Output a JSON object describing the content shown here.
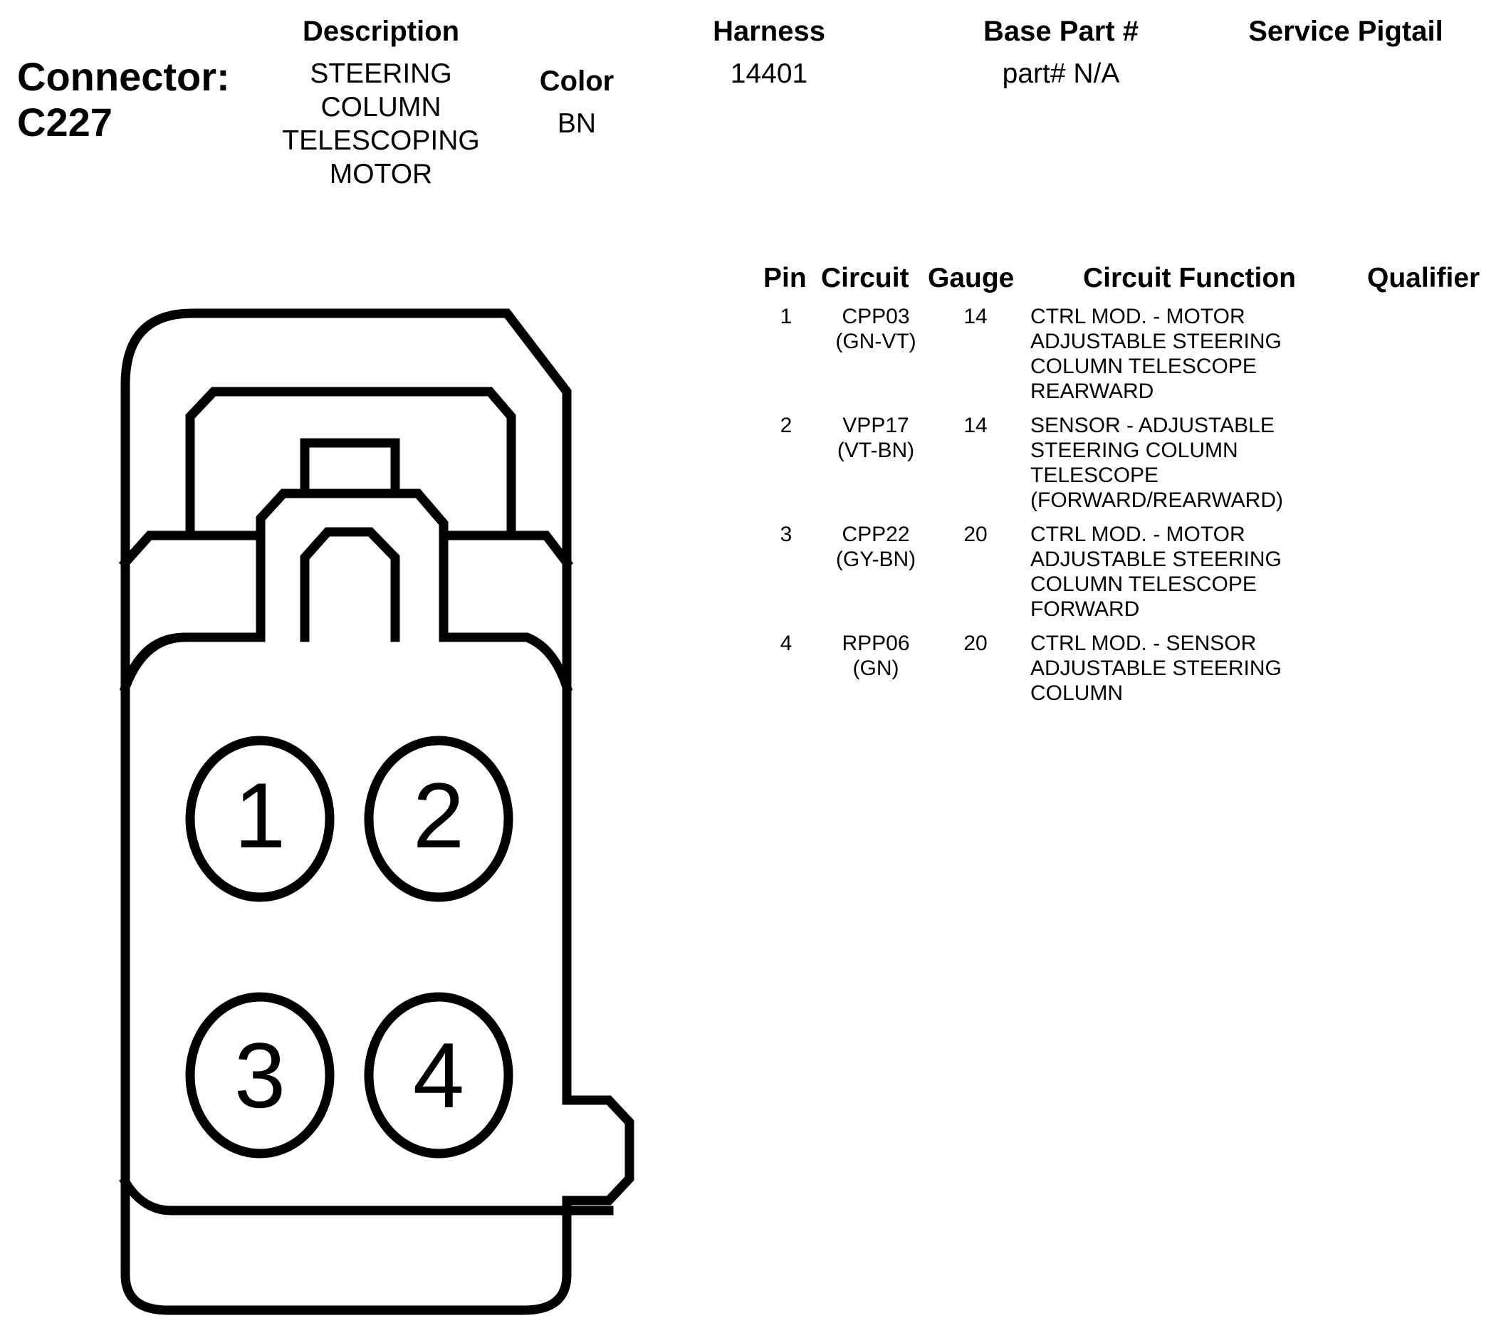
{
  "header": {
    "connector_title": "Connector: C227",
    "description_label": "Description",
    "description_value": "STEERING COLUMN TELESCOPING MOTOR",
    "color_label": "Color",
    "color_value": "BN",
    "harness_label": "Harness",
    "harness_value": "14401",
    "base_part_label": "Base Part #",
    "base_part_value": "part# N/A",
    "service_pigtail_label": "Service Pigtail"
  },
  "pin_table": {
    "headers": [
      "Pin",
      "Circuit",
      "Gauge",
      "Circuit Function",
      "Qualifier"
    ],
    "rows": [
      {
        "pin": "1",
        "circuit": "CPP03",
        "wire_color": "(GN-VT)",
        "gauge": "14",
        "function": "CTRL MOD. - MOTOR ADJUSTABLE STEERING COLUMN TELESCOPE REARWARD",
        "qualifier": ""
      },
      {
        "pin": "2",
        "circuit": "VPP17",
        "wire_color": "(VT-BN)",
        "gauge": "14",
        "function": "SENSOR - ADJUSTABLE STEERING COLUMN TELESCOPE (FORWARD/REARWARD)",
        "qualifier": ""
      },
      {
        "pin": "3",
        "circuit": "CPP22",
        "wire_color": "(GY-BN)",
        "gauge": "20",
        "function": "CTRL MOD. - MOTOR ADJUSTABLE STEERING COLUMN TELESCOPE FORWARD",
        "qualifier": ""
      },
      {
        "pin": "4",
        "circuit": "RPP06",
        "wire_color": "(GN)",
        "gauge": "20",
        "function": "CTRL MOD. - SENSOR ADJUSTABLE STEERING COLUMN",
        "qualifier": ""
      }
    ]
  },
  "connector_diagram": {
    "pin_labels": [
      "1",
      "2",
      "3",
      "4"
    ]
  }
}
